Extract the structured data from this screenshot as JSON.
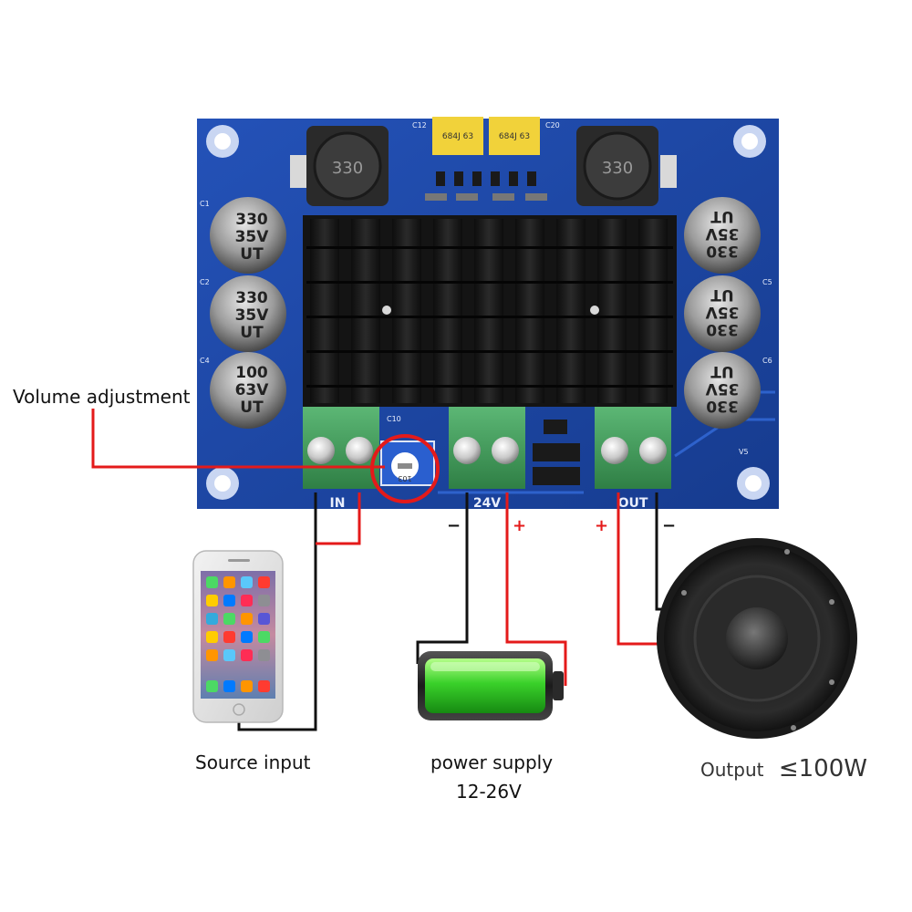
{
  "labels": {
    "volume": "Volume adjustment",
    "source": "Source input",
    "power_line1": "power supply",
    "power_line2": "12-26V",
    "output_word": "Output",
    "output_value": "≤100W"
  },
  "board": {
    "in_label": "IN",
    "power_label": "24V",
    "out_label": "OUT",
    "inductor_value": "330",
    "film_cap_value": "684J 63",
    "pot_value": "103",
    "component_ids": [
      "C12",
      "C20",
      "C1",
      "C2",
      "C4",
      "C5",
      "C6",
      "C10",
      "V5"
    ],
    "caps_left": [
      {
        "l1": "330",
        "l2": "35V",
        "l3": "UT"
      },
      {
        "l1": "330",
        "l2": "35V",
        "l3": "UT"
      },
      {
        "l1": "100",
        "l2": "63V",
        "l3": "UT"
      }
    ],
    "caps_right": [
      {
        "l1": "330",
        "l2": "35V",
        "l3": "UT"
      },
      {
        "l1": "330",
        "l2": "35V",
        "l3": "UT"
      },
      {
        "l1": "330",
        "l2": "35V",
        "l3": "UT"
      }
    ]
  },
  "polarity": {
    "power_minus": "−",
    "power_plus": "+",
    "out_plus": "+",
    "out_minus": "−"
  },
  "colors": {
    "board": "#1a3f9a",
    "terminal": "#3f9a5a",
    "wire_red": "#e41a1a",
    "wire_black": "#111111",
    "highlight": "#e41a1a",
    "battery_green": "#3ad12a"
  }
}
